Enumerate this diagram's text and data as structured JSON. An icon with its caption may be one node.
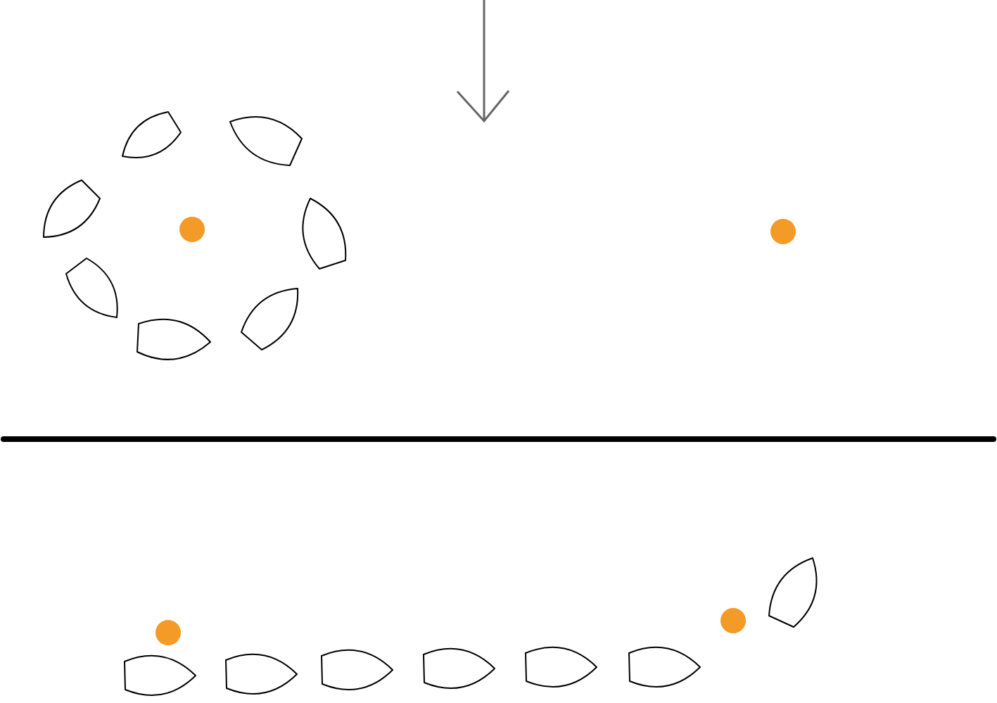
{
  "diagram": {
    "nodes": [
      {
        "text": [],
        "shape": "boat"
      },
      {
        "text": [],
        "shape": "boat"
      },
      {
        "text": [],
        "shape": "boat"
      },
      {
        "text": [],
        "shape": "boat"
      },
      {
        "text": [],
        "shape": "boat"
      },
      {
        "text": [],
        "shape": "boat"
      },
      {
        "text": [],
        "shape": "boat"
      },
      {
        "text": [],
        "shape": "circle"
      },
      {
        "text": [],
        "shape": "circle"
      },
      {
        "text": [],
        "shape": "circle"
      },
      {
        "text": [],
        "shape": "boat"
      },
      {
        "text": [],
        "shape": "boat"
      },
      {
        "text": [],
        "shape": "boat"
      },
      {
        "text": [],
        "shape": "boat"
      },
      {
        "text": [],
        "shape": "boat"
      },
      {
        "text": [],
        "shape": "boat"
      },
      {
        "text": [],
        "shape": "circle"
      },
      {
        "text": [],
        "shape": "boat"
      }
    ]
  }
}
